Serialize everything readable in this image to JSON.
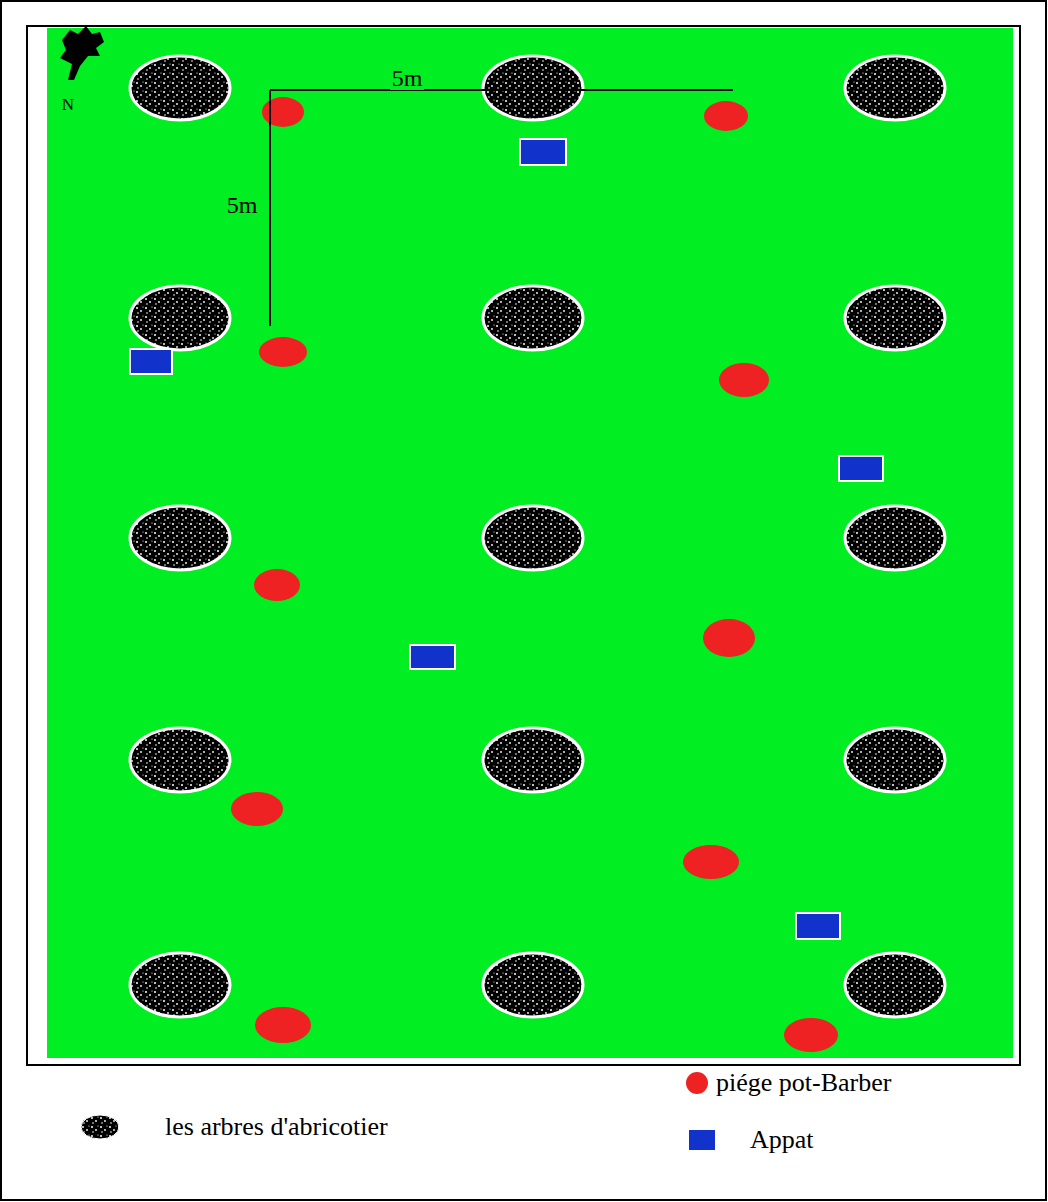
{
  "diagram": {
    "labels": [
      "N",
      "5m",
      "5m"
    ],
    "legend": [
      {
        "text": "piége pot-Barber",
        "color": "#ee2222"
      },
      {
        "text": "les arbres d'abricotier"
      },
      {
        "text": "Appat",
        "color": "#1133cc"
      }
    ]
  }
}
